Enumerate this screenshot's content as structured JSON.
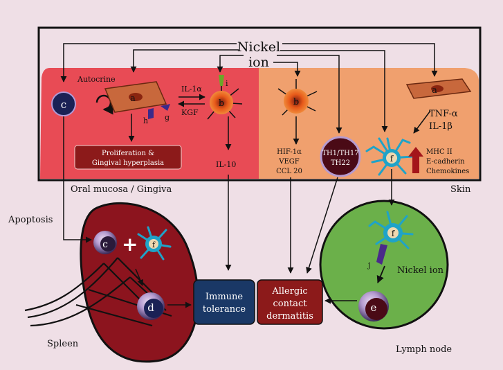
{
  "title_line1": "Nickel",
  "title_line2": "ion",
  "regions": {
    "oral": "Oral mucosa / Gingiva",
    "skin": "Skin",
    "spleen": "Spleen",
    "lymph": "Lymph node",
    "apoptosis": "Apoptosis"
  },
  "labels": {
    "autocrine": "Autocrine",
    "il1a": "IL-1α",
    "kgf": "KGF",
    "il10": "IL-10",
    "g": "g",
    "h": "h",
    "i": "i",
    "j": "j",
    "prolif_1": "Proliferation &",
    "prolif_2": "Gingival hyperplasia",
    "hif_1": "HIF-1α",
    "hif_2": "VEGF",
    "hif_3": "CCL 20",
    "tnf_1": "TNF-α",
    "tnf_2": "IL-1β",
    "mhc_1": "MHC II",
    "mhc_2": "E-cadherin",
    "mhc_3": "Chemokines",
    "th_1": "TH1/TH17",
    "th_2": "TH22",
    "nickel_ion": "Nickel ion"
  },
  "cells": {
    "a": "a",
    "b": "b",
    "c": "c",
    "d": "d",
    "e": "e",
    "f": "f"
  },
  "outcomes": {
    "immune_1": "Immune",
    "immune_2": "tolerance",
    "acd_1": "Allergic",
    "acd_2": "contact",
    "acd_3": "dermatitis"
  },
  "colors": {
    "background": "#efdfe6",
    "oral_panel": "#e84b55",
    "skin_panel": "#f0a06e",
    "spleen": "#8c141e",
    "lymph_node": "#6bb04a",
    "immune_box": "#1a3866",
    "acd_box": "#8c1a1a",
    "prolif_box": "#8c1a1a",
    "dendritic": "#1fa3c8",
    "cell_b": "#e85a1a",
    "keratinocyte": "#c8683c"
  }
}
